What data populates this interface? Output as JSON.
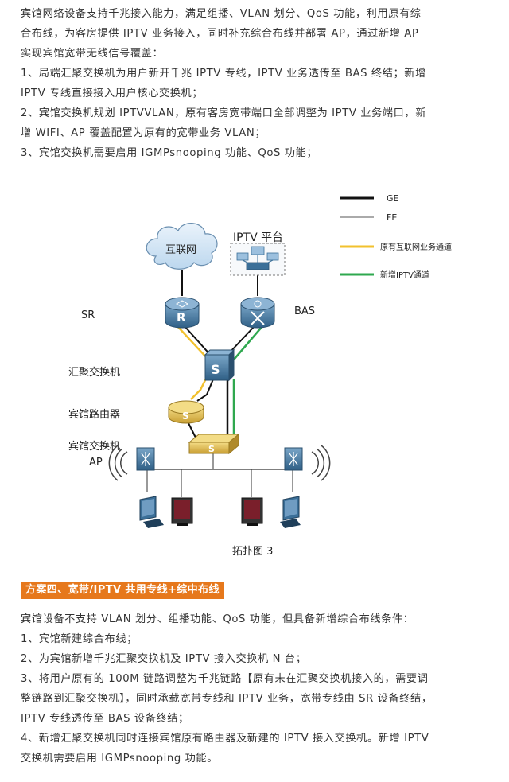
{
  "intro": {
    "lines": [
      "宾馆网络设备支持千兆接入能力，满足组播、VLAN 划分、QoS 功能，利用原有综",
      "合布线，为客房提供 IPTV 业务接入，同时补充综合布线并部署 AP，通过新增 AP",
      "实现宾馆宽带无线信号覆盖：",
      "1、局端汇聚交换机为用户新开千兆 IPTV 专线，IPTV 业务透传至 BAS 终结；新增",
      "IPTV 专线直接接入用户核心交换机；",
      "2、宾馆交换机规划 IPTVVLAN，原有客房宽带端口全部调整为 IPTV 业务端口，新",
      "增 WIFI、AP 覆盖配置为原有的宽带业务 VLAN；",
      "3、宾馆交换机需要启用 IGMPsnooping 功能、QoS 功能；"
    ]
  },
  "diagram": {
    "legend": {
      "ge": "GE",
      "fe": "FE",
      "original": "原有互联网业务通道",
      "new_iptv": "新增IPTV通道"
    },
    "labels": {
      "internet": "互联网",
      "iptv_platform": "IPTV 平台",
      "sr": "SR",
      "bas": "BAS",
      "aggregation_switch": "汇聚交换机",
      "hotel_router": "宾馆路由器",
      "hotel_switch": "宾馆交换机",
      "ap": "AP",
      "router_letter": "R",
      "switch_letter": "S",
      "caption": "拓扑图 3"
    },
    "colors": {
      "ge": "#111111",
      "fe": "#555555",
      "original": "#f2c12e",
      "new_iptv": "#2fa84f",
      "device_blue": "#3b6f98",
      "device_gold": "#d8b54a"
    }
  },
  "section": {
    "heading": "方案四、宽带/IPTV 共用专线+综中布线",
    "lines": [
      "宾馆设备不支持 VLAN 划分、组播功能、QoS 功能，但具备新增综合布线条件：",
      "1、宾馆新建综合布线；",
      "2、为宾馆新增千兆汇聚交换机及 IPTV 接入交换机 N 台；",
      "3、将用户原有的 100M 链路调整为千兆链路【原有未在汇聚交换机接入的，需要调",
      "整链路到汇聚交换机】，同时承载宽带专线和 IPTV 业务，宽带专线由 SR 设备终结，",
      "IPTV 专线透传至 BAS 设备终结；",
      "4、新增汇聚交换机同时连接宾馆原有路由器及新建的 IPTV 接入交换机。新增 IPTV",
      "交换机需要启用 IGMPsnooping  功能。"
    ]
  }
}
